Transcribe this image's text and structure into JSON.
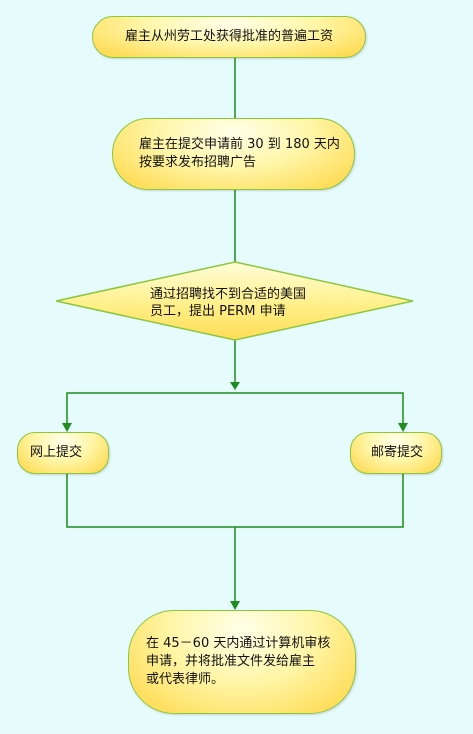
{
  "diagram": {
    "type": "flowchart",
    "colors": {
      "background": "#e6fbfb",
      "node_fill": "#ffe167",
      "node_border": "#8cc63e",
      "connector": "#1e8c1e"
    },
    "nodes": {
      "step1": "雇主从州劳工处获得批准的普遍工资",
      "step2": "雇主在提交申请前 30 到 180 天内\n按要求发布招聘广告",
      "decision": "通过招聘找不到合适的美国\n员工，提出 PERM 申请",
      "online": "网上提交",
      "mail": "邮寄提交",
      "final": "在 45－60 天内通过计算机审核\n申请，并将批准文件发给雇主\n或代表律师。"
    }
  }
}
